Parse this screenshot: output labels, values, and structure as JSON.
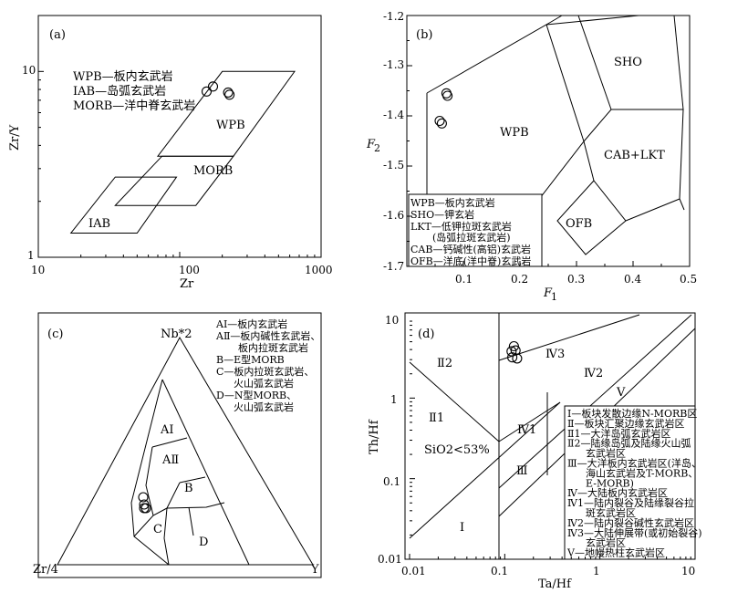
{
  "chart_data": [
    {
      "panel": "(a)",
      "type": "scatter",
      "xlabel": "Zr",
      "ylabel": "Zr/Y",
      "xscale": "log",
      "yscale": "log",
      "xlim": [
        10,
        1000
      ],
      "ylim": [
        1,
        20
      ],
      "xticks": [
        "10",
        "100",
        "1000"
      ],
      "yticks": [
        "1",
        "10"
      ],
      "fields": [
        {
          "name": "WPB",
          "polygon": [
            [
              70,
              3.5
            ],
            [
              200,
              10
            ],
            [
              650,
              10
            ],
            [
              240,
              3.5
            ]
          ]
        },
        {
          "name": "MORB",
          "polygon": [
            [
              35,
              1.9
            ],
            [
              75,
              3.5
            ],
            [
              240,
              3.5
            ],
            [
              130,
              1.9
            ]
          ]
        },
        {
          "name": "IAB",
          "polygon": [
            [
              17,
              1.35
            ],
            [
              35,
              2.7
            ],
            [
              95,
              2.7
            ],
            [
              50,
              1.35
            ]
          ]
        }
      ],
      "points": [
        [
          155,
          7.8
        ],
        [
          172,
          8.3
        ],
        [
          220,
          7.7
        ],
        [
          225,
          7.5
        ]
      ],
      "legend": [
        "WPB—板内玄武岩",
        "IAB—岛弧玄武岩",
        "MORB—洋中脊玄武岩"
      ]
    },
    {
      "panel": "(b)",
      "type": "scatter",
      "xlabel": "F",
      "xlabel_sub": "1",
      "ylabel": "F",
      "ylabel_sub": "2",
      "xlim": [
        0,
        0.5
      ],
      "ylim": [
        -1.7,
        -1.2
      ],
      "xticks": [
        "0.1",
        "0.2",
        "0.3",
        "0.4",
        "0.5"
      ],
      "yticks": [
        "-1.2",
        "-1.3",
        "-1.4",
        "-1.5",
        "-1.6",
        "-1.7"
      ],
      "fields": [
        "SHO",
        "WPB",
        "CAB+LKT",
        "OFB"
      ],
      "points": [
        [
          0.07,
          -1.355
        ],
        [
          0.072,
          -1.36
        ],
        [
          0.058,
          -1.41
        ],
        [
          0.062,
          -1.415
        ]
      ],
      "legend": [
        "WPB—板内玄武岩",
        "SHO—钾玄岩",
        "LKT—低钾拉斑玄武岩",
        "(岛弧拉斑玄武岩)",
        "CAB—钙碱性(高铝)玄武岩",
        "OFB—洋底(洋中脊)玄武岩"
      ]
    },
    {
      "panel": "(c)",
      "type": "ternary",
      "vertices": [
        "Nb*2",
        "Zr/4",
        "Y"
      ],
      "fields": [
        "AⅠ",
        "AⅡ",
        "B",
        "C",
        "D"
      ],
      "points_count": 4,
      "legend": [
        "AⅠ—板内玄武岩",
        "AⅡ—板内碱性玄武岩、",
        "板内拉斑玄武岩",
        "B—E型MORB",
        "C—板内拉斑玄武岩、",
        "火山弧玄武岩",
        "D—N型MORB、",
        "火山弧玄武岩"
      ]
    },
    {
      "panel": "(d)",
      "type": "scatter",
      "xlabel": "Ta/Hf",
      "ylabel": "Th/Hf",
      "xscale": "log",
      "yscale": "log",
      "xlim": [
        0.01,
        10
      ],
      "ylim": [
        0.01,
        10
      ],
      "xticks": [
        "0.01",
        "0.1",
        "1",
        "10"
      ],
      "yticks": [
        "0.01",
        "0.1",
        "1",
        "10"
      ],
      "fields": [
        "Ⅱ2",
        "Ⅱ1",
        "Ⅳ1",
        "Ⅳ3",
        "Ⅳ2",
        "Ⅴ",
        "Ⅲ",
        "Ⅰ"
      ],
      "annotation": "SiO2<53%",
      "points": [
        [
          0.125,
          4.4
        ],
        [
          0.118,
          3.8
        ],
        [
          0.13,
          3.9
        ],
        [
          0.12,
          3.2
        ],
        [
          0.135,
          3.1
        ]
      ],
      "legend": [
        "Ⅰ—板块发散边缘N-MORB区",
        "Ⅱ—板块汇聚边缘玄武岩区",
        "Ⅱ1—大洋岛弧玄武岩区",
        "Ⅱ2—陆缘岛弧及陆缘火山弧",
        "玄武岩区",
        "Ⅲ—大洋板内玄武岩区(洋岛、",
        "海山玄武岩及T-MORB、",
        "E-MORB)",
        "Ⅳ—大陆板内玄武岩区",
        "Ⅳ1—陆内裂谷及陆缘裂谷拉",
        "斑玄武岩区",
        "Ⅳ2—陆内裂谷碱性玄武岩区",
        "Ⅳ3—大陆伸展带(或初始裂谷)",
        "玄武岩区",
        "Ⅴ—地幔热柱玄武岩区"
      ]
    }
  ]
}
